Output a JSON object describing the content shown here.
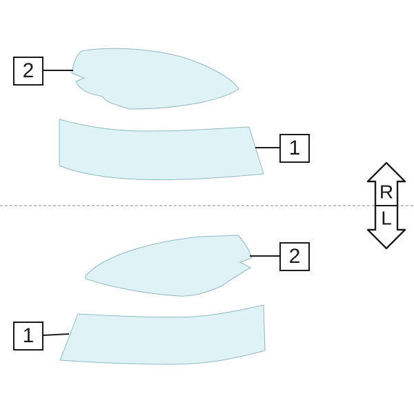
{
  "labels": {
    "right_top_part_2": "2",
    "right_bottom_part_1": "1",
    "left_top_part_2": "2",
    "left_bottom_part_1": "1"
  },
  "orientation": {
    "right": "R",
    "left": "L"
  },
  "colors": {
    "part_fill": "#dff2f5",
    "part_stroke": "#8fb8c3",
    "line": "#1a1a1a",
    "divider": "#8a8a8a"
  }
}
